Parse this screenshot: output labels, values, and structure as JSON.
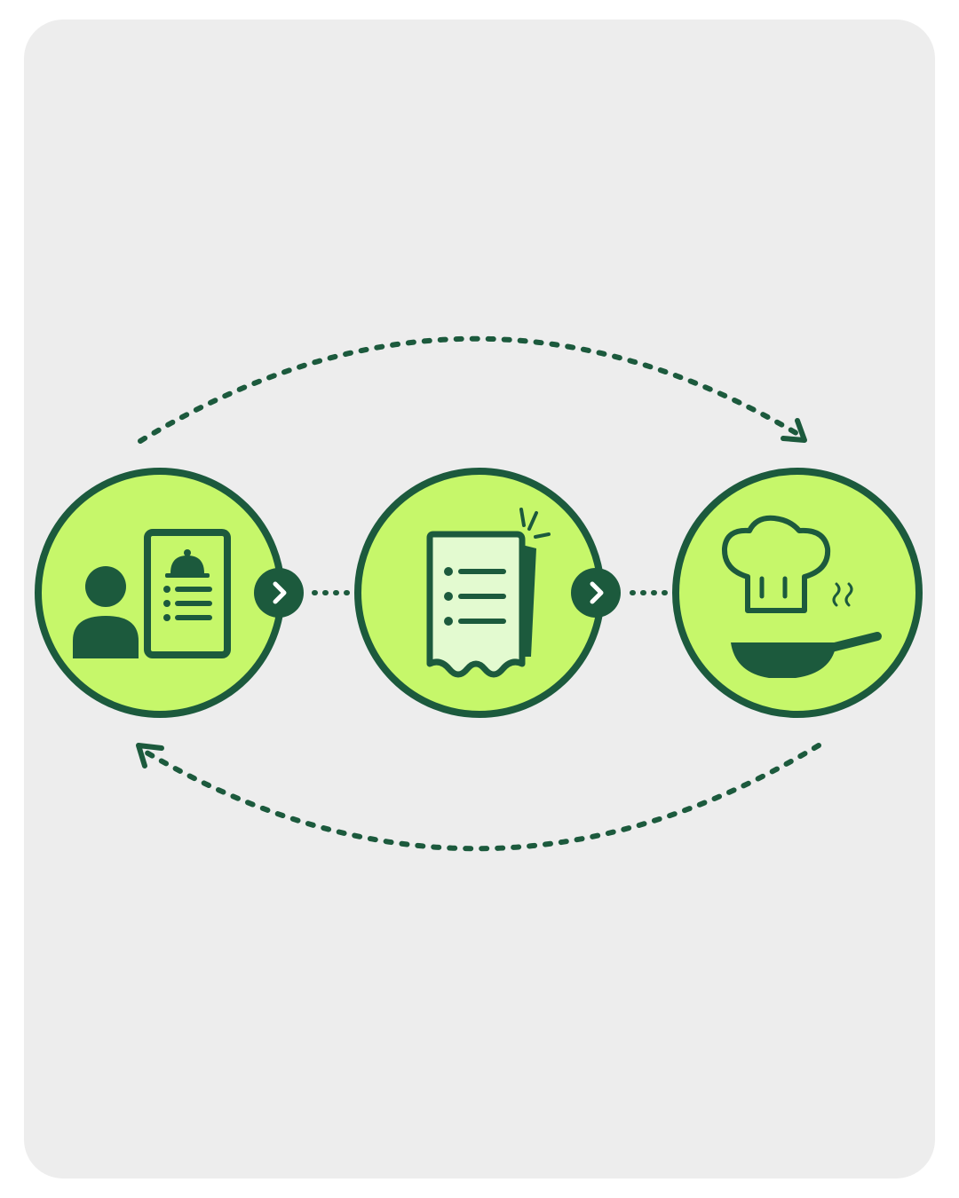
{
  "colors": {
    "background": "#ededed",
    "dark_green": "#1c5a3d",
    "lime": "#c6f76a",
    "pale_green": "#e3fad0",
    "white": "#ffffff"
  },
  "steps": [
    {
      "icon": "customer-menu-tablet-icon"
    },
    {
      "icon": "order-receipt-icon"
    },
    {
      "icon": "chef-hat-cooking-pan-icon"
    }
  ],
  "connectors": [
    {
      "from": 0,
      "to": 1,
      "icon": "chevron-right-icon"
    },
    {
      "from": 1,
      "to": 2,
      "icon": "chevron-right-icon"
    }
  ],
  "loop_arrows": [
    {
      "from": 0,
      "to": 2,
      "icon": "arrow-head-icon"
    },
    {
      "from": 2,
      "to": 0,
      "icon": "arrow-head-icon"
    }
  ]
}
